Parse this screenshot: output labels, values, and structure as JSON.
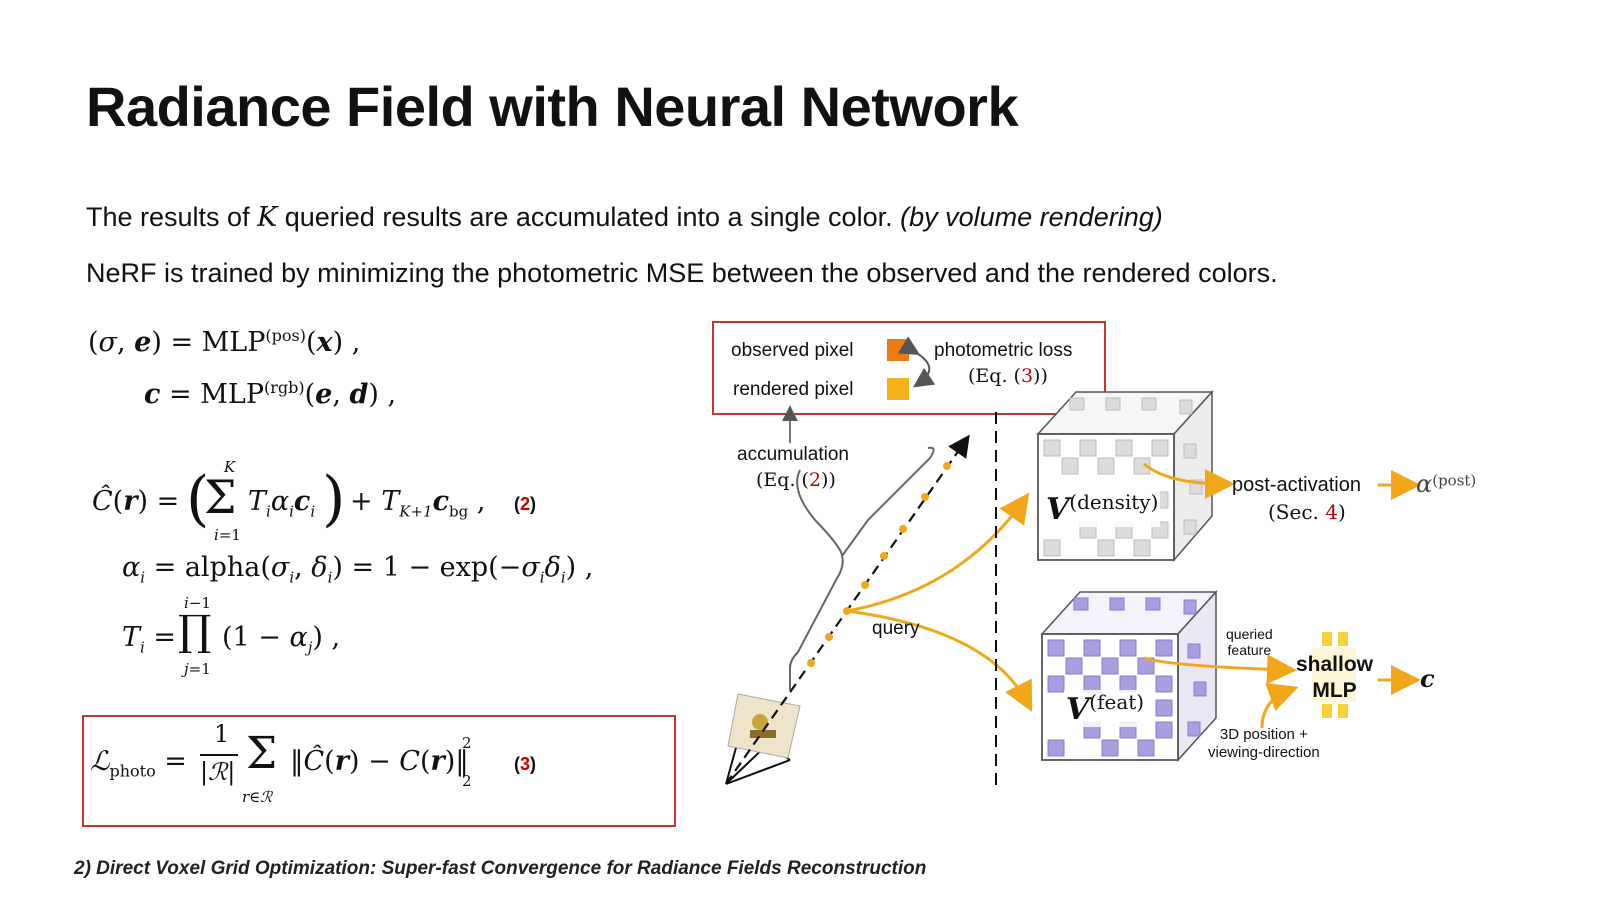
{
  "title": "Radiance Field with Neural Network",
  "text": {
    "line1_a": "The results of ",
    "line1_k": "K",
    "line1_b": " queried results are accumulated into a single color. ",
    "line1_c": "(by volume rendering)",
    "line2": "NeRF is trained by minimizing the photometric MSE between the observed and the rendered colors."
  },
  "equations": {
    "mlp_pos": "(σ, e) = MLP(pos)(x) ,",
    "mlp_rgb": "c = MLP(rgb)(e, d) ,",
    "render": "Ĉ(r) = ( Σ_{i=1}^{K} T_i α_i c_i ) + T_{K+1} c_bg ,",
    "render_num": "2",
    "alpha": "α_i = alpha(σ_i, δ_i) = 1 − exp(−σ_i δ_i) ,",
    "transmittance": "T_i = Π_{j=1}^{i−1} (1 − α_j) ,",
    "loss": "L_photo = 1/|R| Σ_{r∈R} ‖Ĉ(r) − C(r)‖²₂",
    "loss_num": "3",
    "open_paren": "(",
    "close_paren": ")"
  },
  "diagram": {
    "observed_pixel": "observed pixel",
    "rendered_pixel": "rendered pixel",
    "photometric_loss": "photometric loss",
    "eq3_pre": "(Eq. (",
    "eq3_num": "3",
    "eq3_post": "))",
    "accumulation": "accumulation",
    "eq2_pre": "(Eq. (",
    "eq2_num": "2",
    "eq2_post": "))",
    "query": "query",
    "v_density": "V",
    "v_density_sup": "(density)",
    "v_feat": "V",
    "v_feat_sup": "(feat)",
    "post_activation": "post-activation",
    "sec4_pre": "(Sec. ",
    "sec4_num": "4",
    "sec4_post": ")",
    "alpha_post": "α",
    "alpha_post_sup": "(post)",
    "queried_feature_1": "queried",
    "queried_feature_2": "feature",
    "shallow": "shallow",
    "mlp": "MLP",
    "c_out": "c",
    "pos_dir_1": "3D position +",
    "pos_dir_2": "viewing-direction"
  },
  "footnote": "2) Direct Voxel Grid Optimization: Super-fast Convergence for Radiance Fields Reconstruction",
  "colors": {
    "red_box": "#c8342f",
    "eq_red": "#c00000",
    "arrow_orange": "#f2a71b",
    "observed": "#ee7a12",
    "rendered": "#f7b21a",
    "density_cube": "#dcdcdc",
    "feat_cube": "#a89ee0"
  }
}
